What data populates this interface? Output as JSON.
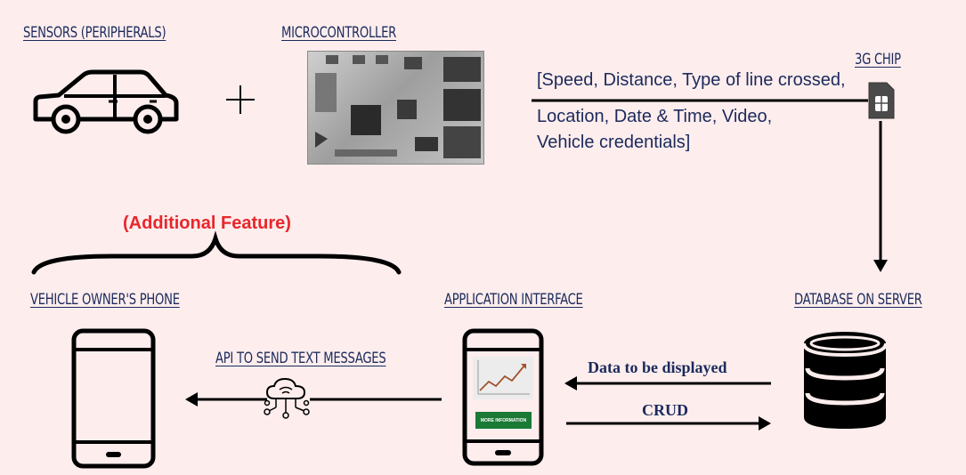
{
  "labels": {
    "sensors": "SENSORS (PERIPHERALS)",
    "microcontroller": "MICROCONTROLLER",
    "chip": "3G CHIP",
    "owner_phone": "VEHICLE OWNER'S PHONE",
    "app_interface": "APPLICATION INTERFACE",
    "database": "DATABASE ON SERVER",
    "api": "API TO SEND TEXT MESSAGES"
  },
  "payload": {
    "line1": "[Speed, Distance, Type of line crossed,",
    "line2": "Location, Date & Time, Video,",
    "line3": "Vehicle credentials]"
  },
  "feature": "(Additional Feature)",
  "arrows": {
    "data_display": "Data to be displayed",
    "crud": "CRUD"
  },
  "app_button": "MORE INFORMATION",
  "plus": "+",
  "icons": [
    "car-icon",
    "circuit-board-image",
    "sim-card-icon",
    "smartphone-icon",
    "cloud-network-icon",
    "database-icon",
    "line-chart-icon",
    "curly-brace"
  ]
}
